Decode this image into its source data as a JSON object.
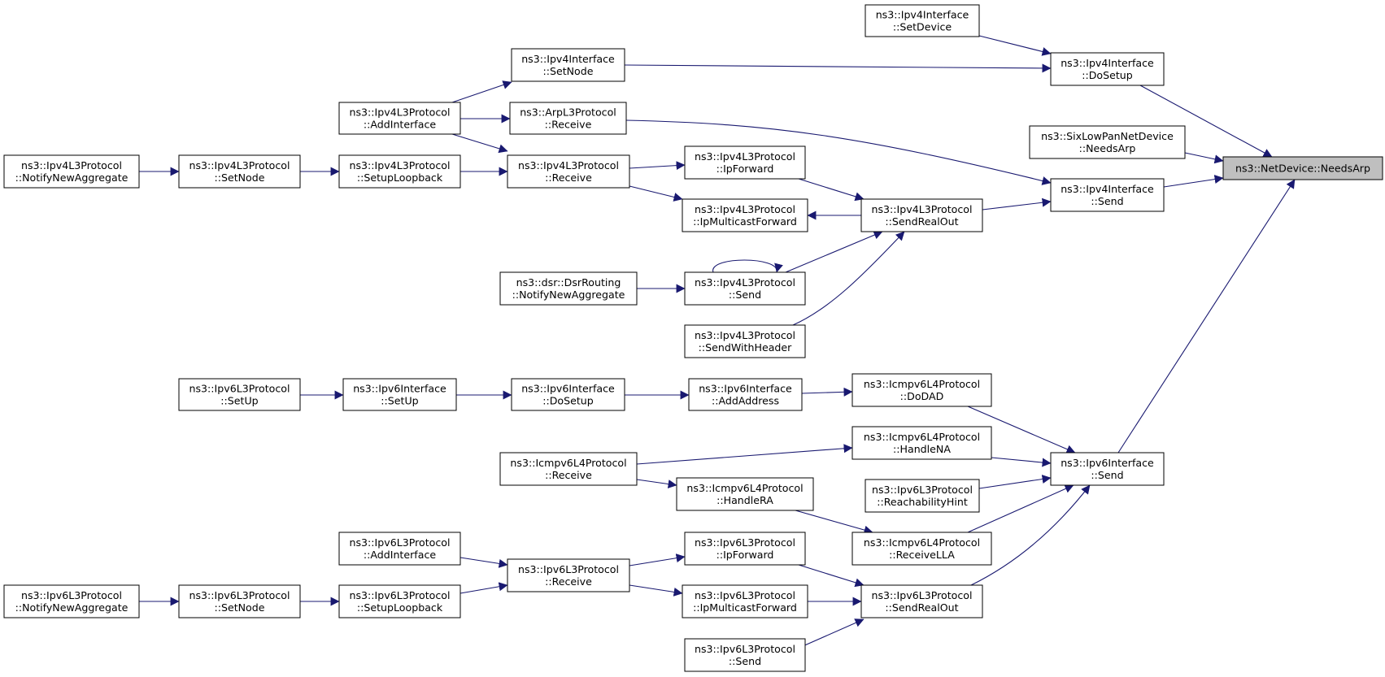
{
  "colors": {
    "edge": "#191970",
    "node_border": "#000000",
    "node_fill": "#ffffff",
    "root_fill": "#bfbfbf",
    "text": "#000000"
  },
  "nodes": [
    {
      "id": "root",
      "line1": "ns3::NetDevice::NeedsArp",
      "line2": "",
      "root": true
    },
    {
      "id": "ipv4if_setdevice",
      "line1": "ns3::Ipv4Interface",
      "line2": "::SetDevice"
    },
    {
      "id": "ipv4if_dosetup",
      "line1": "ns3::Ipv4Interface",
      "line2": "::DoSetup"
    },
    {
      "id": "ipv4if_setnode",
      "line1": "ns3::Ipv4Interface",
      "line2": "::SetNode"
    },
    {
      "id": "sixlowpan_needsarp",
      "line1": "ns3::SixLowPanNetDevice",
      "line2": "::NeedsArp"
    },
    {
      "id": "ipv4if_send",
      "line1": "ns3::Ipv4Interface",
      "line2": "::Send"
    },
    {
      "id": "ipv4l3_addinterface",
      "line1": "ns3::Ipv4L3Protocol",
      "line2": "::AddInterface"
    },
    {
      "id": "arpl3_receive",
      "line1": "ns3::ArpL3Protocol",
      "line2": "::Receive"
    },
    {
      "id": "ipv4l3_notifynewagg",
      "line1": "ns3::Ipv4L3Protocol",
      "line2": "::NotifyNewAggregate"
    },
    {
      "id": "ipv4l3_setnode",
      "line1": "ns3::Ipv4L3Protocol",
      "line2": "::SetNode"
    },
    {
      "id": "ipv4l3_setuploopback",
      "line1": "ns3::Ipv4L3Protocol",
      "line2": "::SetupLoopback"
    },
    {
      "id": "ipv4l3_receive",
      "line1": "ns3::Ipv4L3Protocol",
      "line2": "::Receive"
    },
    {
      "id": "ipv4l3_ipforward",
      "line1": "ns3::Ipv4L3Protocol",
      "line2": "::IpForward"
    },
    {
      "id": "ipv4l3_ipmcastfwd",
      "line1": "ns3::Ipv4L3Protocol",
      "line2": "::IpMulticastForward"
    },
    {
      "id": "ipv4l3_sendrealout",
      "line1": "ns3::Ipv4L3Protocol",
      "line2": "::SendRealOut"
    },
    {
      "id": "dsr_notifynewagg",
      "line1": "ns3::dsr::DsrRouting",
      "line2": "::NotifyNewAggregate"
    },
    {
      "id": "ipv4l3_send",
      "line1": "ns3::Ipv4L3Protocol",
      "line2": "::Send"
    },
    {
      "id": "ipv4l3_sendwithheader",
      "line1": "ns3::Ipv4L3Protocol",
      "line2": "::SendWithHeader"
    },
    {
      "id": "ipv6l3_setup",
      "line1": "ns3::Ipv6L3Protocol",
      "line2": "::SetUp"
    },
    {
      "id": "ipv6if_setup",
      "line1": "ns3::Ipv6Interface",
      "line2": "::SetUp"
    },
    {
      "id": "ipv6if_dosetup",
      "line1": "ns3::Ipv6Interface",
      "line2": "::DoSetup"
    },
    {
      "id": "ipv6if_addaddress",
      "line1": "ns3::Ipv6Interface",
      "line2": "::AddAddress"
    },
    {
      "id": "icmpv6_dodad",
      "line1": "ns3::Icmpv6L4Protocol",
      "line2": "::DoDAD"
    },
    {
      "id": "icmpv6_handlena",
      "line1": "ns3::Icmpv6L4Protocol",
      "line2": "::HandleNA"
    },
    {
      "id": "ipv6if_send",
      "line1": "ns3::Ipv6Interface",
      "line2": "::Send"
    },
    {
      "id": "icmpv6_receive",
      "line1": "ns3::Icmpv6L4Protocol",
      "line2": "::Receive"
    },
    {
      "id": "icmpv6_handlera",
      "line1": "ns3::Icmpv6L4Protocol",
      "line2": "::HandleRA"
    },
    {
      "id": "ipv6l3_reachhint",
      "line1": "ns3::Ipv6L3Protocol",
      "line2": "::ReachabilityHint"
    },
    {
      "id": "icmpv6_receivella",
      "line1": "ns3::Icmpv6L4Protocol",
      "line2": "::ReceiveLLA"
    },
    {
      "id": "ipv6l3_addinterface",
      "line1": "ns3::Ipv6L3Protocol",
      "line2": "::AddInterface"
    },
    {
      "id": "ipv6l3_receive",
      "line1": "ns3::Ipv6L3Protocol",
      "line2": "::Receive"
    },
    {
      "id": "ipv6l3_ipforward",
      "line1": "ns3::Ipv6L3Protocol",
      "line2": "::IpForward"
    },
    {
      "id": "ipv6l3_notifynewagg",
      "line1": "ns3::Ipv6L3Protocol",
      "line2": "::NotifyNewAggregate"
    },
    {
      "id": "ipv6l3_setnode",
      "line1": "ns3::Ipv6L3Protocol",
      "line2": "::SetNode"
    },
    {
      "id": "ipv6l3_setuploopback",
      "line1": "ns3::Ipv6L3Protocol",
      "line2": "::SetupLoopback"
    },
    {
      "id": "ipv6l3_ipmcastfwd",
      "line1": "ns3::Ipv6L3Protocol",
      "line2": "::IpMulticastForward"
    },
    {
      "id": "ipv6l3_sendrealout",
      "line1": "ns3::Ipv6L3Protocol",
      "line2": "::SendRealOut"
    },
    {
      "id": "ipv6l3_send",
      "line1": "ns3::Ipv6L3Protocol",
      "line2": "::Send"
    }
  ],
  "edges": [
    {
      "from": "ipv4if_setdevice",
      "to": "ipv4if_dosetup"
    },
    {
      "from": "ipv4if_setnode",
      "to": "ipv4if_dosetup"
    },
    {
      "from": "ipv4if_dosetup",
      "to": "root"
    },
    {
      "from": "sixlowpan_needsarp",
      "to": "root"
    },
    {
      "from": "ipv4if_send",
      "to": "root"
    },
    {
      "from": "ipv6if_send",
      "to": "root"
    },
    {
      "from": "ipv4l3_addinterface",
      "to": "ipv4if_setnode"
    },
    {
      "from": "ipv4l3_addinterface",
      "to": "arpl3_receive"
    },
    {
      "from": "ipv4l3_addinterface",
      "to": "ipv4l3_receive"
    },
    {
      "from": "arpl3_receive",
      "to": "ipv4if_send"
    },
    {
      "from": "ipv4l3_notifynewagg",
      "to": "ipv4l3_setnode"
    },
    {
      "from": "ipv4l3_setnode",
      "to": "ipv4l3_setuploopback"
    },
    {
      "from": "ipv4l3_setuploopback",
      "to": "ipv4l3_receive"
    },
    {
      "from": "ipv4l3_receive",
      "to": "ipv4l3_ipforward"
    },
    {
      "from": "ipv4l3_receive",
      "to": "ipv4l3_ipmcastfwd"
    },
    {
      "from": "ipv4l3_ipforward",
      "to": "ipv4l3_sendrealout"
    },
    {
      "from": "ipv4l3_ipmcastfwd",
      "to": "ipv4l3_sendrealout"
    },
    {
      "from": "ipv4l3_sendrealout",
      "to": "ipv4if_send"
    },
    {
      "from": "ipv4l3_send",
      "to": "ipv4l3_sendrealout"
    },
    {
      "from": "ipv4l3_send",
      "to": "ipv4l3_send"
    },
    {
      "from": "dsr_notifynewagg",
      "to": "ipv4l3_send"
    },
    {
      "from": "ipv4l3_sendwithheader",
      "to": "ipv4l3_sendrealout"
    },
    {
      "from": "ipv6l3_setup",
      "to": "ipv6if_setup"
    },
    {
      "from": "ipv6if_setup",
      "to": "ipv6if_dosetup"
    },
    {
      "from": "ipv6if_dosetup",
      "to": "ipv6if_addaddress"
    },
    {
      "from": "ipv6if_addaddress",
      "to": "icmpv6_dodad"
    },
    {
      "from": "icmpv6_dodad",
      "to": "ipv6if_send"
    },
    {
      "from": "icmpv6_handlena",
      "to": "ipv6if_send"
    },
    {
      "from": "icmpv6_receive",
      "to": "icmpv6_handlena"
    },
    {
      "from": "icmpv6_receive",
      "to": "icmpv6_handlera"
    },
    {
      "from": "icmpv6_handlera",
      "to": "icmpv6_receivella"
    },
    {
      "from": "ipv6l3_reachhint",
      "to": "ipv6if_send"
    },
    {
      "from": "icmpv6_receivella",
      "to": "ipv6if_send"
    },
    {
      "from": "ipv6l3_sendrealout",
      "to": "ipv6if_send"
    },
    {
      "from": "ipv6l3_addinterface",
      "to": "ipv6l3_receive"
    },
    {
      "from": "ipv6l3_notifynewagg",
      "to": "ipv6l3_setnode"
    },
    {
      "from": "ipv6l3_setnode",
      "to": "ipv6l3_setuploopback"
    },
    {
      "from": "ipv6l3_setuploopback",
      "to": "ipv6l3_receive"
    },
    {
      "from": "ipv6l3_receive",
      "to": "ipv6l3_ipforward"
    },
    {
      "from": "ipv6l3_receive",
      "to": "ipv6l3_ipmcastfwd"
    },
    {
      "from": "ipv6l3_ipforward",
      "to": "ipv6l3_sendrealout"
    },
    {
      "from": "ipv6l3_ipmcastfwd",
      "to": "ipv6l3_sendrealout"
    },
    {
      "from": "ipv6l3_send",
      "to": "ipv6l3_sendrealout"
    }
  ]
}
